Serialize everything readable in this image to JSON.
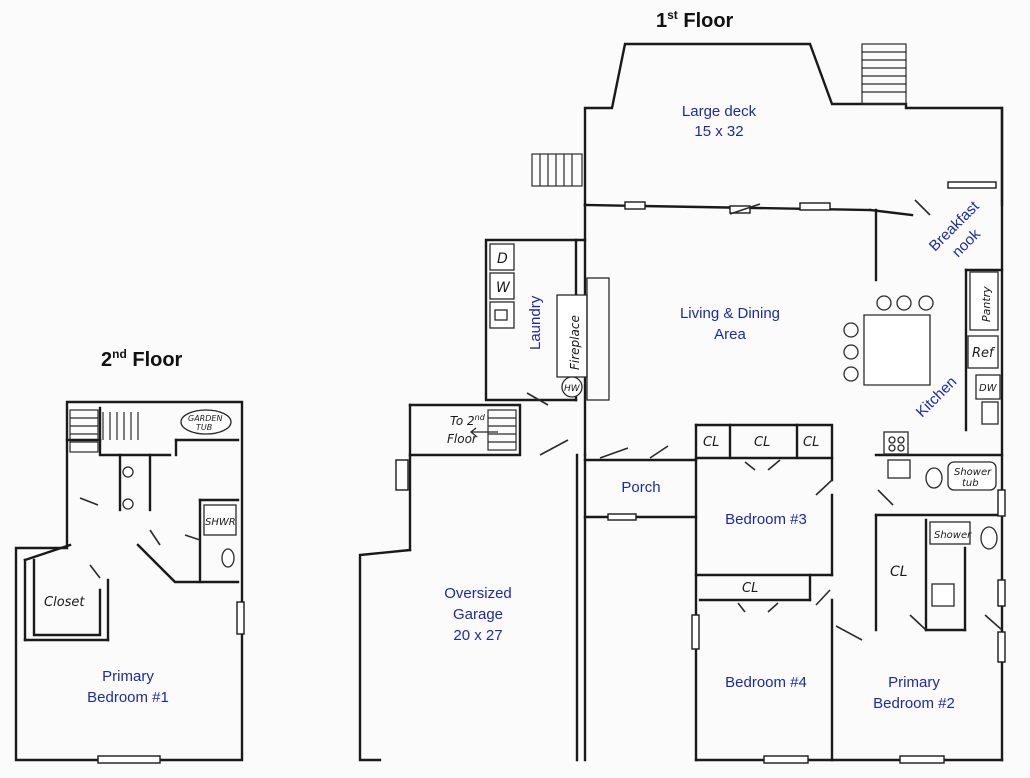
{
  "titles": {
    "first_floor_num": "1",
    "first_floor_sup": "st",
    "first_floor_word": " Floor",
    "second_floor_num": "2",
    "second_floor_sup": "nd",
    "second_floor_word": " Floor"
  },
  "rooms": {
    "large_deck": [
      "Large deck",
      "15 x 32"
    ],
    "breakfast_nook": [
      "Breakfast",
      "nook"
    ],
    "living_dining": [
      "Living & Dining",
      "Area"
    ],
    "laundry": "Laundry",
    "kitchen": "Kitchen",
    "porch": "Porch",
    "bedroom3": "Bedroom #3",
    "bedroom4": "Bedroom #4",
    "garage": [
      "Oversized",
      "Garage",
      "20 x 27"
    ],
    "primary2": [
      "Primary",
      "Bedroom #2"
    ],
    "primary1": [
      "Primary",
      "Bedroom #1"
    ]
  },
  "fixtures": {
    "dryer": "D",
    "washer": "W",
    "fireplace": "Fireplace",
    "water_heater": "HW",
    "pantry": "Pantry",
    "refrigerator": "Ref",
    "dishwasher": "DW",
    "closet": "CL",
    "shower_tub": [
      "Shower",
      "tub"
    ],
    "shower": "Shower",
    "to_2nd_floor": [
      "To 2",
      "nd",
      "Floor"
    ],
    "garden_tub": [
      "GARDEN",
      "TUB"
    ],
    "shwr": "SHWR",
    "walk_in_closet": "Closet"
  }
}
